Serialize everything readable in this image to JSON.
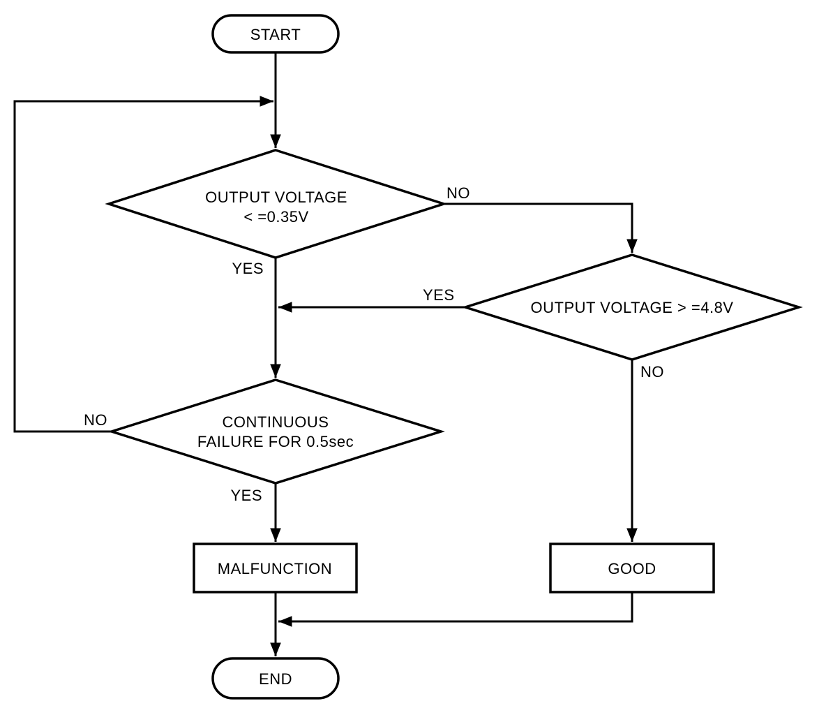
{
  "flowchart": {
    "title_hint": "voltage diagnostic flowchart",
    "colors": {
      "line_color": "#000000",
      "background": "#ffffff"
    },
    "start_label": "START",
    "decision1": {
      "line1": "OUTPUT VOLTAGE",
      "line2": "< =0.35V",
      "yes_label": "YES",
      "no_label": "NO"
    },
    "decision2": {
      "label": "OUTPUT VOLTAGE > =4.8V",
      "yes_label": "YES",
      "no_label": "NO"
    },
    "decision3": {
      "line1": "CONTINUOUS",
      "line2": "FAILURE FOR 0.5sec",
      "yes_label": "YES",
      "no_label": "NO"
    },
    "malfunction_label": "MALFUNCTION",
    "good_label": "GOOD",
    "end_label": "END"
  }
}
